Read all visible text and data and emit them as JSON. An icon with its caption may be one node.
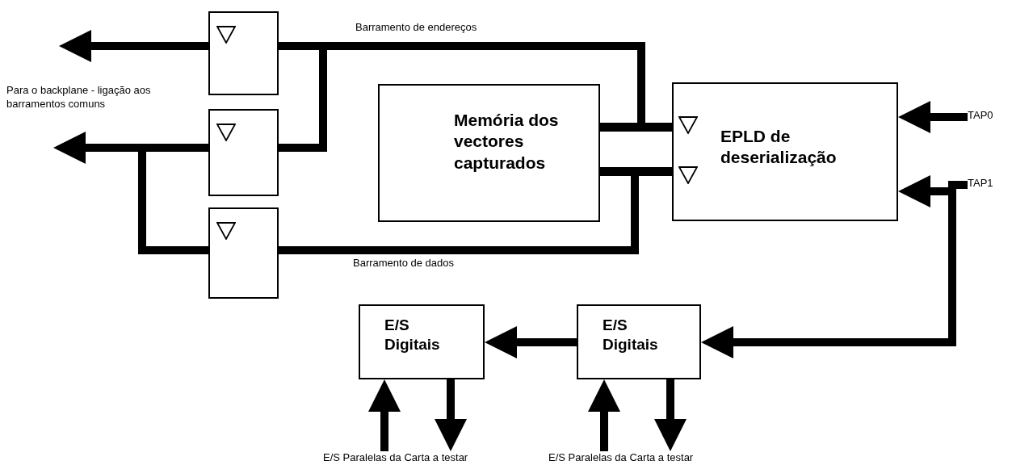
{
  "diagram": {
    "nodes": [
      {
        "text": [],
        "shape": "box"
      },
      {
        "text": [],
        "shape": "box"
      },
      {
        "text": [],
        "shape": "box"
      },
      {
        "text": [
          "Memória dos vectores capturados"
        ]
      },
      {
        "text": [
          "EPLD de deserialização"
        ]
      },
      {
        "text": [
          "E/S Digitais"
        ]
      },
      {
        "text": [
          "E/S Digitais"
        ]
      },
      {
        "text": [
          "TAP0"
        ]
      },
      {
        "text": [
          "TAP1"
        ]
      },
      {
        "text": [
          "E/S Paralelas da Carta a testar"
        ]
      },
      {
        "text": [
          "E/S Paralelas da Carta a testar"
        ]
      },
      {
        "text": [],
        "shape": "bar"
      },
      {
        "text": [],
        "shape": "bar"
      }
    ],
    "edges": [
      {
        "from": 0,
        "to": null,
        "arrow": "to"
      },
      {
        "from": 1,
        "to": null,
        "arrow": "to"
      },
      {
        "from": 0,
        "to": 11,
        "arrow": "none",
        "label": "Barramento de endereços"
      },
      {
        "from": 1,
        "to": 11,
        "arrow": "none"
      },
      {
        "from": 1,
        "to": 2,
        "arrow": "none"
      },
      {
        "from": 2,
        "to": 12,
        "arrow": "none",
        "label": "Barramento de dados"
      },
      {
        "from": 7,
        "to": 4,
        "arrow": "to"
      },
      {
        "from": 8,
        "to": 4,
        "arrow": "to"
      },
      {
        "from": 8,
        "to": 6,
        "arrow": "to"
      },
      {
        "from": 6,
        "to": 5,
        "arrow": "to"
      },
      {
        "from": 9,
        "to": 5,
        "arrow": "to"
      },
      {
        "from": 5,
        "to": 9,
        "arrow": "to"
      },
      {
        "from": 10,
        "to": 6,
        "arrow": "to"
      },
      {
        "from": 6,
        "to": 10,
        "arrow": "to"
      }
    ],
    "labels": [
      "Para o backplane - ligação aos barramentos comuns"
    ]
  }
}
